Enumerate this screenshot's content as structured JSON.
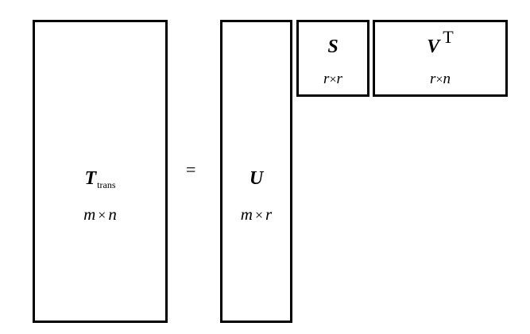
{
  "matrices": {
    "t_trans": {
      "symbol": "T",
      "subscript": "trans",
      "rows": "m",
      "times": "×",
      "cols": "n"
    },
    "u": {
      "symbol": "U",
      "rows": "m",
      "times": "×",
      "cols": "r"
    },
    "s": {
      "symbol": "S",
      "rows": "r",
      "times": "×",
      "cols": "r"
    },
    "v_transpose": {
      "symbol": "V",
      "superscript": "T",
      "rows": "r",
      "times": "×",
      "cols": "n"
    }
  },
  "equals_sign": "="
}
